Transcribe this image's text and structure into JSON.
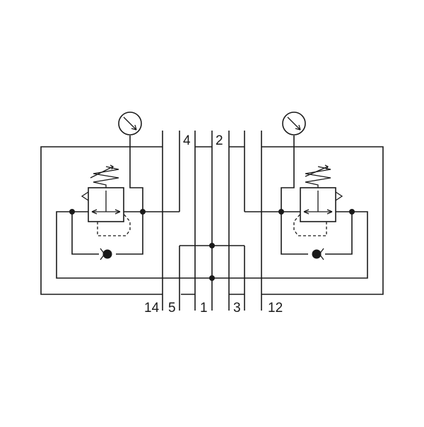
{
  "ports": {
    "p14": "14",
    "p5": "5",
    "p1": "1",
    "p3": "3",
    "p12": "12",
    "p4": "4",
    "p2": "2"
  },
  "components": {
    "left_regulator": {
      "type": "pressure-regulator",
      "gauge": "pressure-gauge-icon"
    },
    "right_regulator": {
      "type": "pressure-regulator",
      "gauge": "pressure-gauge-icon"
    }
  }
}
